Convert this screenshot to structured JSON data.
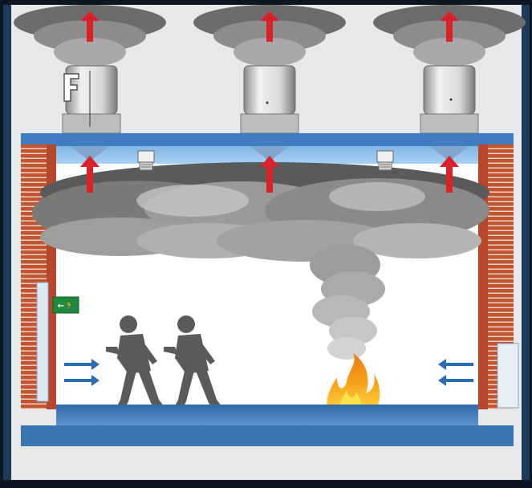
{
  "diagram": {
    "topic_icons": [
      "smoke-exhaust-fan",
      "smoke-detector",
      "exit-sign",
      "fire-flame",
      "running-person",
      "air-inlet-arrow"
    ],
    "exit_sign": {
      "text": "←🏃"
    },
    "fans": {
      "count": 3
    },
    "smoke_detectors": {
      "count": 2
    },
    "people": {
      "count": 2
    },
    "colors": {
      "frame": "#1d3a5c",
      "wall_brick": "#b7472a",
      "ceiling_blue": "#6ea8dc",
      "floor_blue": "#3b76b4",
      "smoke_dark": "#4a4a4a",
      "smoke_light": "#d4d4d4",
      "exhaust_arrow": "#d8232a",
      "inlet_arrow": "#2a6db3",
      "exit_green": "#1f8a3c",
      "flame_outer": "#f6a21b",
      "flame_inner": "#ffe14d",
      "person": "#5a5a5a"
    }
  }
}
